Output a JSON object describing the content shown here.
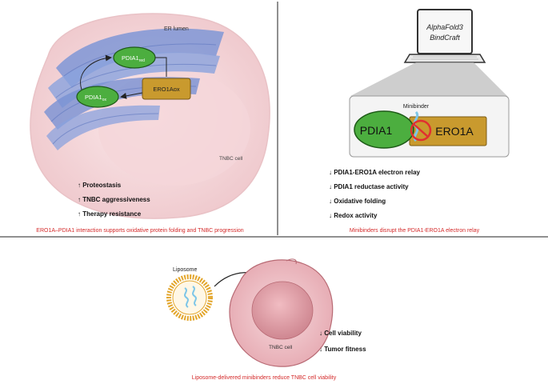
{
  "panel_a": {
    "er_lumen_label": "ER lumen",
    "pdia1_red_main": "PDIA1",
    "pdia1_red_sub": "red",
    "pdia1_ox_main": "PDIA1",
    "pdia1_ox_sub": "ox",
    "ero1aox_label": "ERO1Aox",
    "cell_label": "TNBC cell",
    "effects": [
      "↑ Proteostasis",
      "↑ TNBC aggressiveness",
      "↑ Therapy resistance"
    ],
    "caption": "ERO1A–PDIA1 interaction supports oxidative protein folding and TNBC progression"
  },
  "panel_b": {
    "laptop_line1": "AlphaFold3",
    "laptop_line2": "BindCraft",
    "minibinder_label": "Minibinder",
    "pdia1_label": "PDIA1",
    "ero1a_label": "ERO1A",
    "effects": [
      "↓ PDIA1-ERO1A electron relay",
      "↓ PDIA1 reductase activity",
      "↓ Oxidative folding",
      "↓ Redox activity"
    ],
    "caption": "Minibinders disrupt the PDIA1-ERO1A electron relay"
  },
  "panel_c": {
    "liposome_label": "Liposome",
    "cell_label": "TNBC cell",
    "effects": [
      "↓ Cell viability",
      "↓ Tumor fitness"
    ],
    "caption": "Liposome-delivered minibinders reduce TNBC cell viability"
  },
  "colors": {
    "caption_red": "#d42a2a",
    "er_blue": "#7f97d6",
    "pdia1_green": "#4cae3f",
    "ero1a_gold": "#c99a2e",
    "cell_pink": "#f3d3d6",
    "nucleus_pink": "#d89aa2"
  }
}
